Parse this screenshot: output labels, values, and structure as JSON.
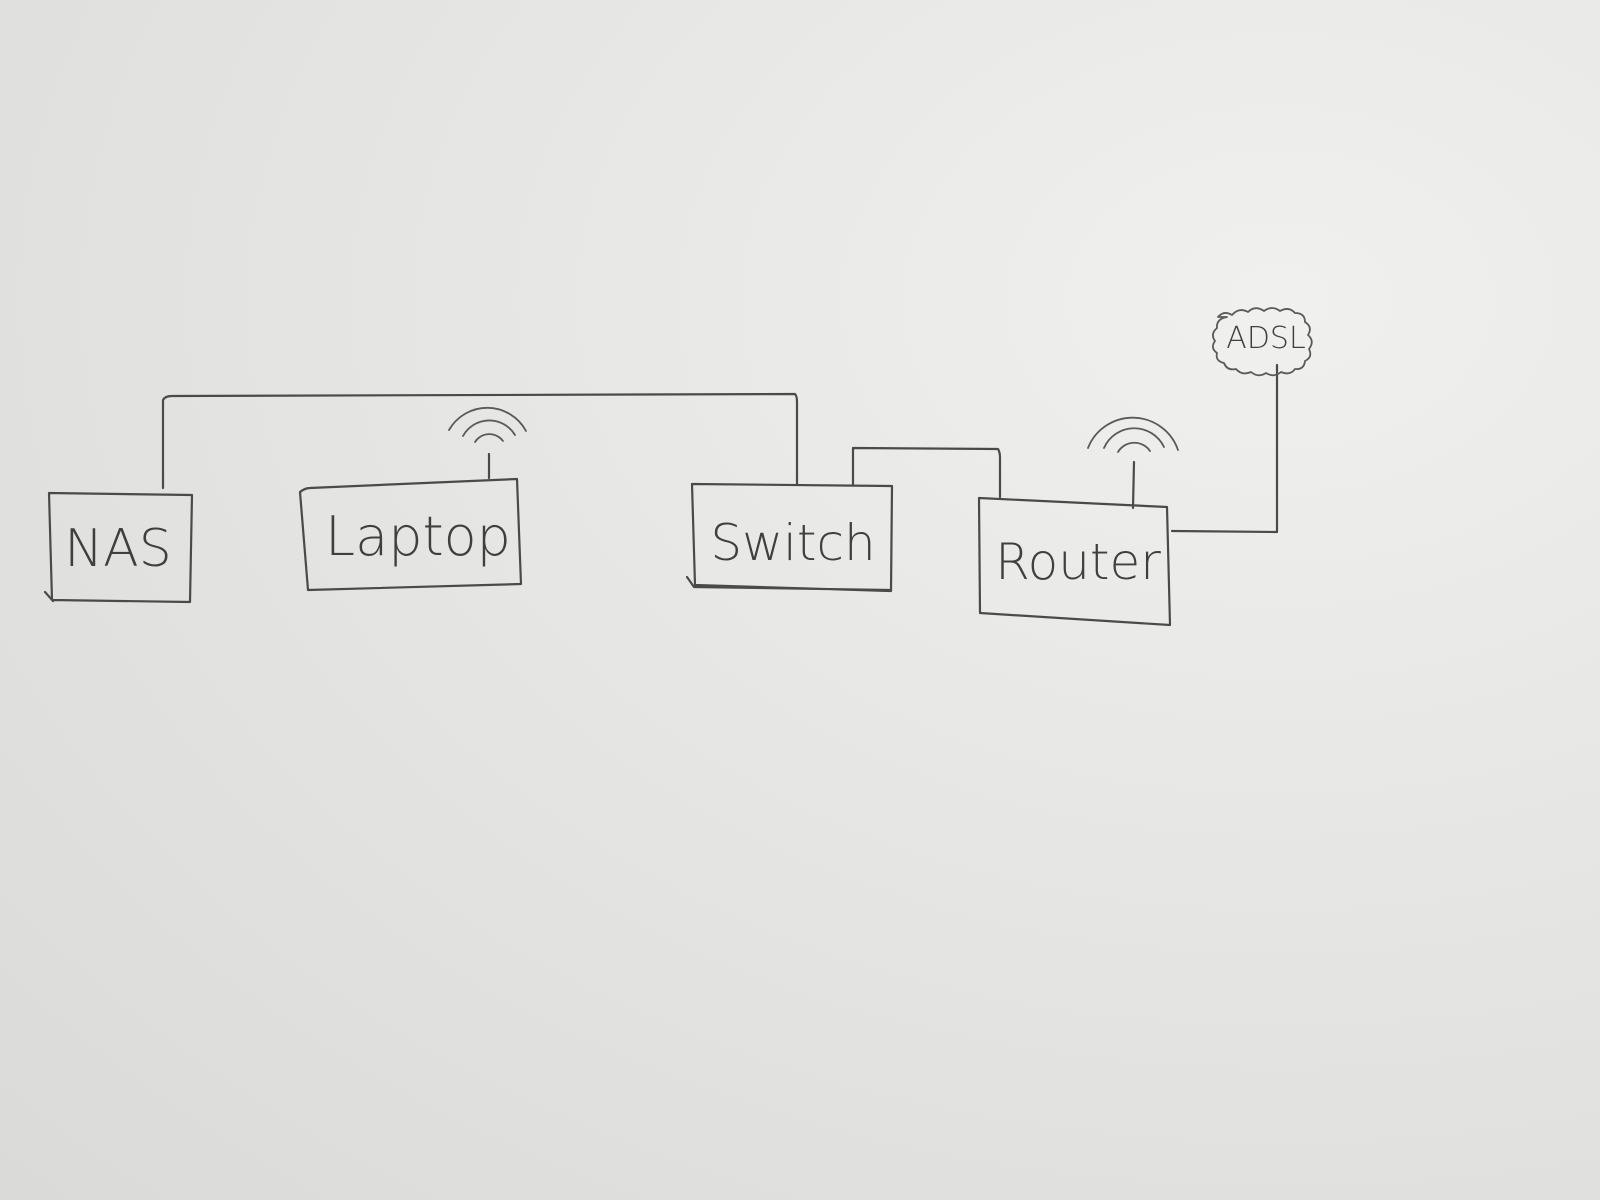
{
  "nodes": {
    "nas": {
      "label": "NAS"
    },
    "laptop": {
      "label": "Laptop",
      "icon": "wifi-icon"
    },
    "switch": {
      "label": "Switch"
    },
    "router": {
      "label": "Router",
      "icon": "wifi-icon"
    },
    "adsl": {
      "label": "ADSL",
      "shape": "cloud"
    }
  },
  "links": [
    {
      "from": "NAS",
      "to": "Switch",
      "type": "wired"
    },
    {
      "from": "Switch",
      "to": "Router",
      "type": "wired"
    },
    {
      "from": "Router",
      "to": "ADSL",
      "type": "wired"
    }
  ],
  "colors": {
    "paper": "#e8e8e6",
    "pencil": "#4a4a4a"
  }
}
